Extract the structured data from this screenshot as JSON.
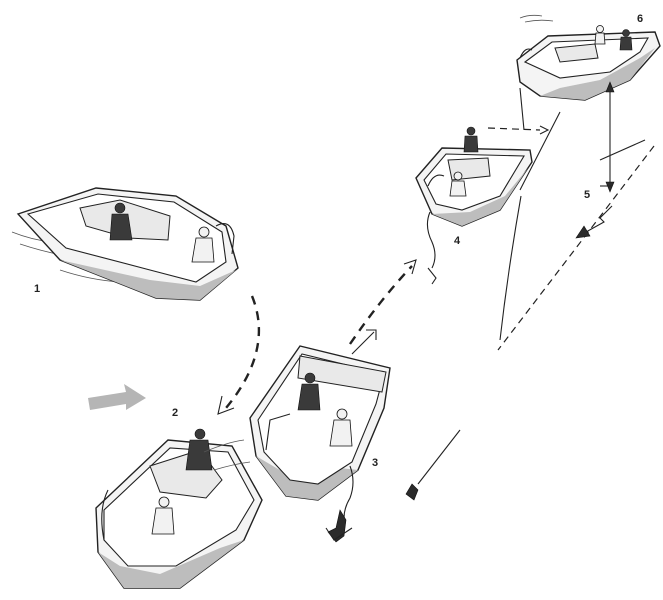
{
  "step_labels": {
    "s1": "1",
    "s2": "2",
    "s3": "3",
    "s4": "4",
    "s5": "5",
    "s6": "6"
  },
  "colors": {
    "ink": "#222222",
    "hull": "#f4f4f4",
    "shadow": "#bdbdbd",
    "wind_arrow": "#b5b5b5"
  },
  "icons": [
    "boat",
    "anchor",
    "wind-arrow",
    "anchor-line",
    "water-wake"
  ]
}
